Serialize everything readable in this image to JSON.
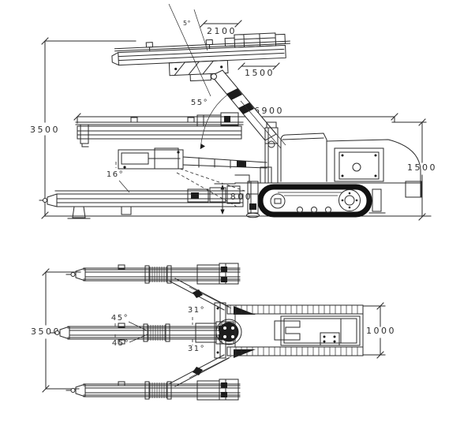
{
  "colors": {
    "line": "#2a2a2a",
    "background": "#ffffff",
    "track_fill": "#111111"
  },
  "side_view": {
    "dim_2100": "2100",
    "dim_feed_1500": "1500",
    "dim_overall_length": "6900",
    "dim_overall_height": "3500",
    "dim_rear_height": "1500",
    "dim_deck_height": "800",
    "angle_feed": "5°",
    "angle_boom_up": "55°",
    "angle_boom_down": "16°"
  },
  "plan_view": {
    "dim_overall_width": "3500",
    "dim_carrier_width": "1000",
    "angle_feed_swing_upper": "45°",
    "angle_feed_swing_lower": "45°",
    "angle_boom_swing_upper": "31°",
    "angle_boom_swing_lower": "31°"
  }
}
